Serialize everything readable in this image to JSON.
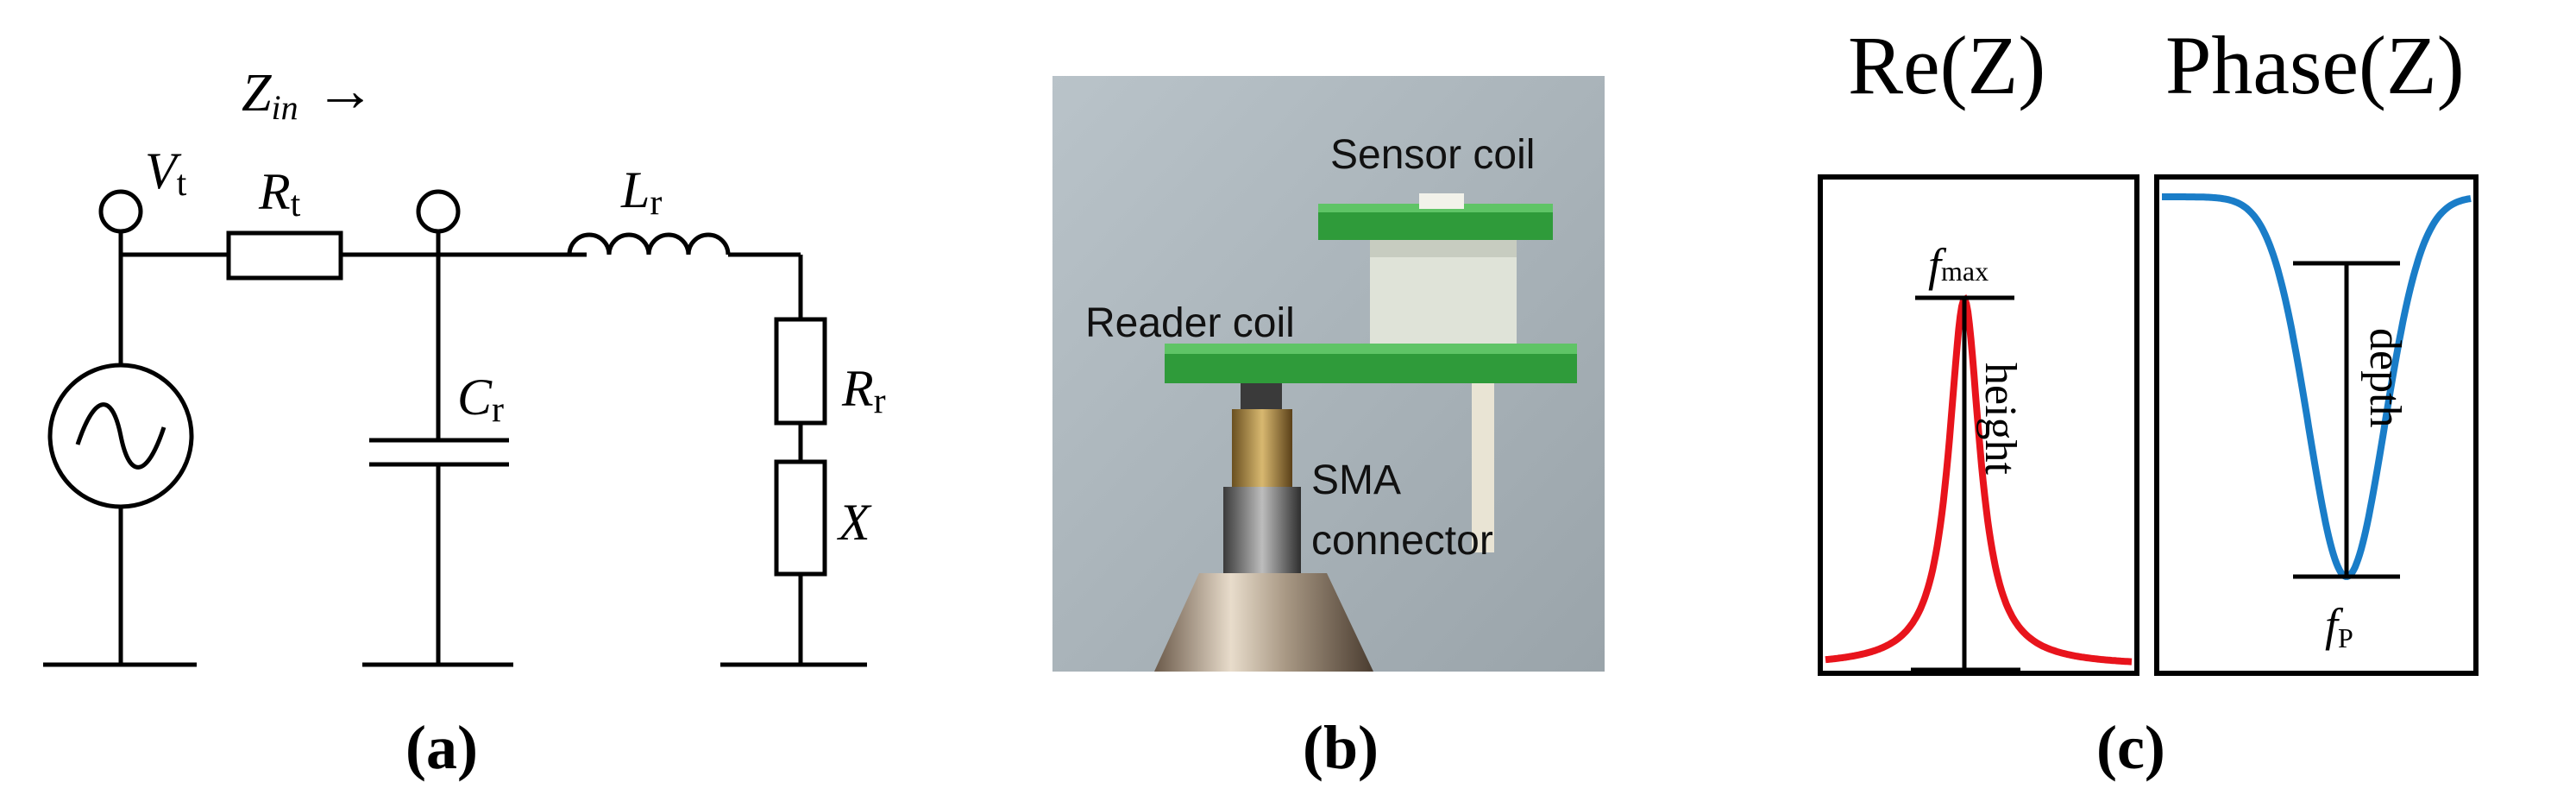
{
  "panel_a": {
    "caption": "(a)",
    "input_impedance": "Z",
    "input_impedance_sub": "in",
    "input_arrow": "→",
    "voltage": "V",
    "voltage_sub": "t",
    "source_resistor": "R",
    "source_resistor_sub": "t",
    "capacitor": "C",
    "capacitor_sub": "r",
    "inductor": "L",
    "inductor_sub": "r",
    "resistor": "R",
    "resistor_sub": "r",
    "reactance": "X"
  },
  "panel_b": {
    "caption": "(b)",
    "sensor_label": "Sensor coil",
    "reader_label": "Reader coil",
    "sma_label_1": "SMA",
    "sma_label_2": "connector"
  },
  "panel_c": {
    "caption": "(c)",
    "re_title": "Re(Z)",
    "phase_title": "Phase(Z)",
    "fmax_f": "f",
    "fmax_sub": "max",
    "height_label": "height",
    "depth_label": "depth",
    "fp_f": "f",
    "fp_sub": "P",
    "re_curve_color": "#e8141c",
    "phase_curve_color": "#1a7dc8"
  }
}
